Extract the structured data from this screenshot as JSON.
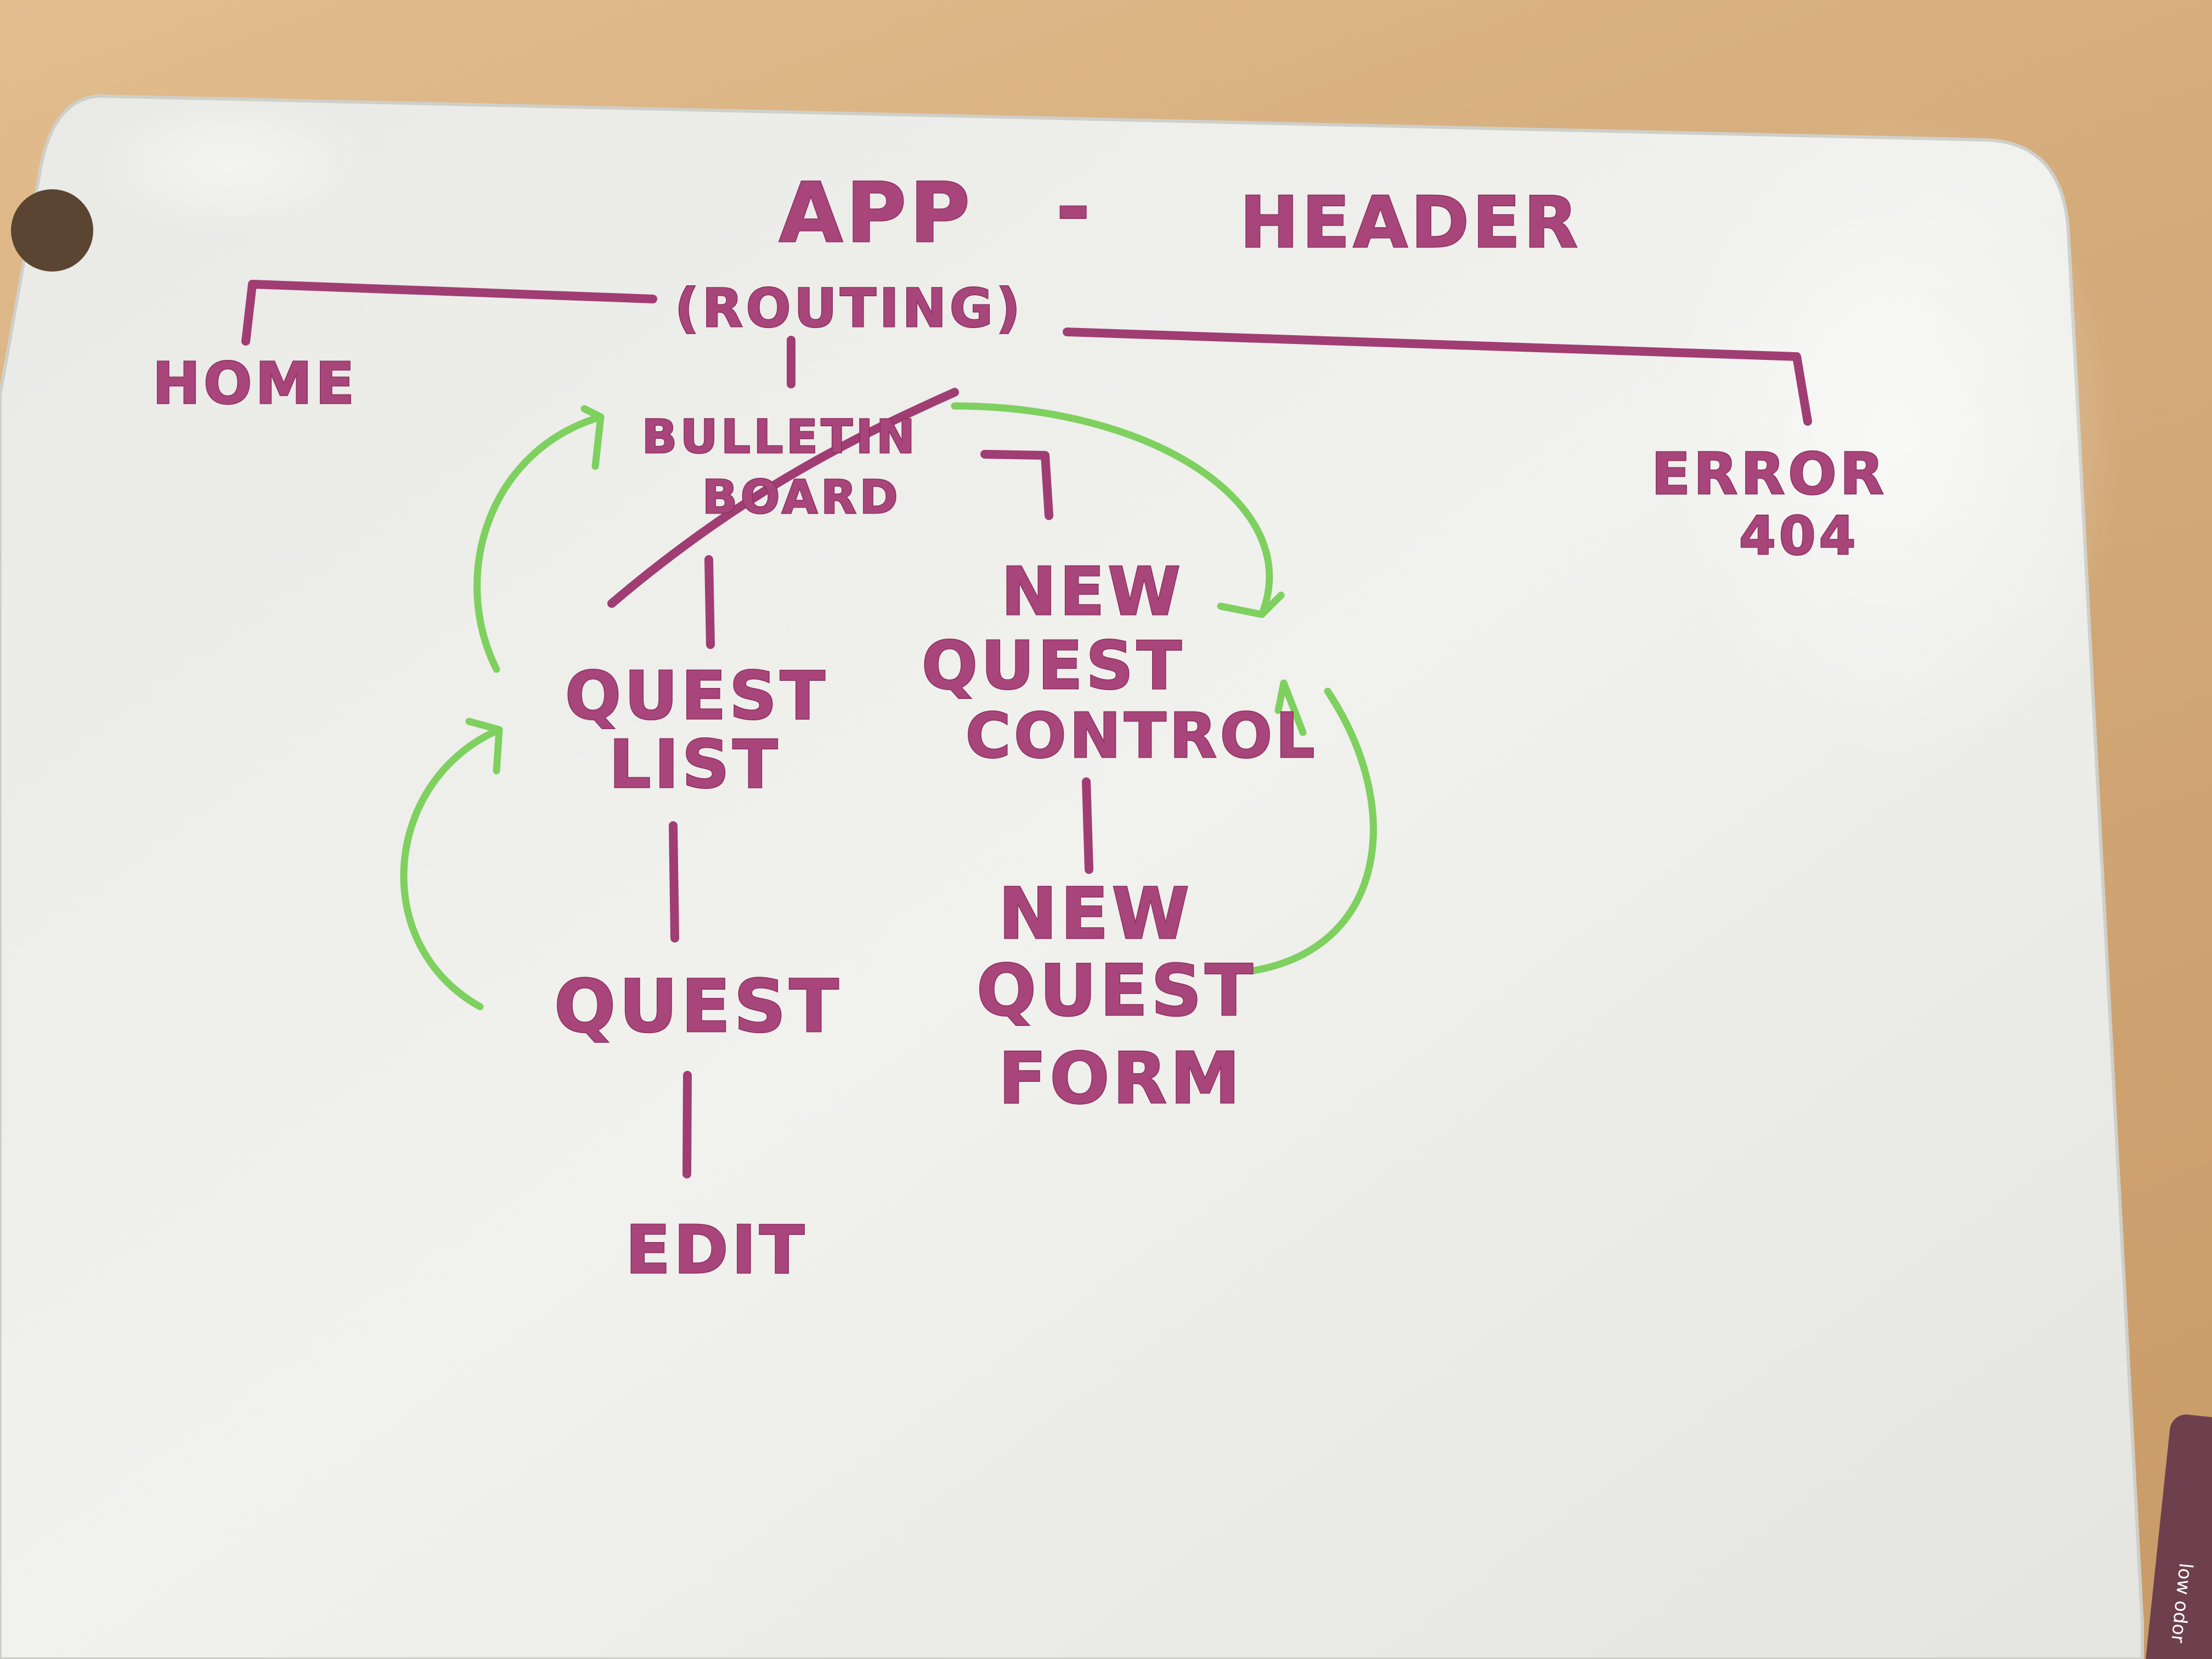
{
  "diagram": {
    "nodes": {
      "app": "APP",
      "header": "HEADER",
      "dash": "-",
      "routing": "(ROUTING)",
      "home": "HOME",
      "error": "ERROR",
      "error_code": "404",
      "bulletin_line1": "BULLETIN",
      "bulletin_line2": "BOARD",
      "quest_list_line1": "QUEST",
      "quest_list_line2": "LIST",
      "new_quest_control_line1": "NEW",
      "new_quest_control_line2": "QUEST",
      "new_quest_control_line3": "CONTROL",
      "quest": "QUEST",
      "new_quest_form_line1": "NEW",
      "new_quest_form_line2": "QUEST",
      "new_quest_form_line3": "FORM",
      "edit": "EDIT"
    },
    "marker_label": "low odor"
  },
  "colors": {
    "marker_purple": "#a03d73",
    "marker_green": "#7ed05f",
    "board": "#efefec",
    "desk": "#d4ab7a"
  }
}
